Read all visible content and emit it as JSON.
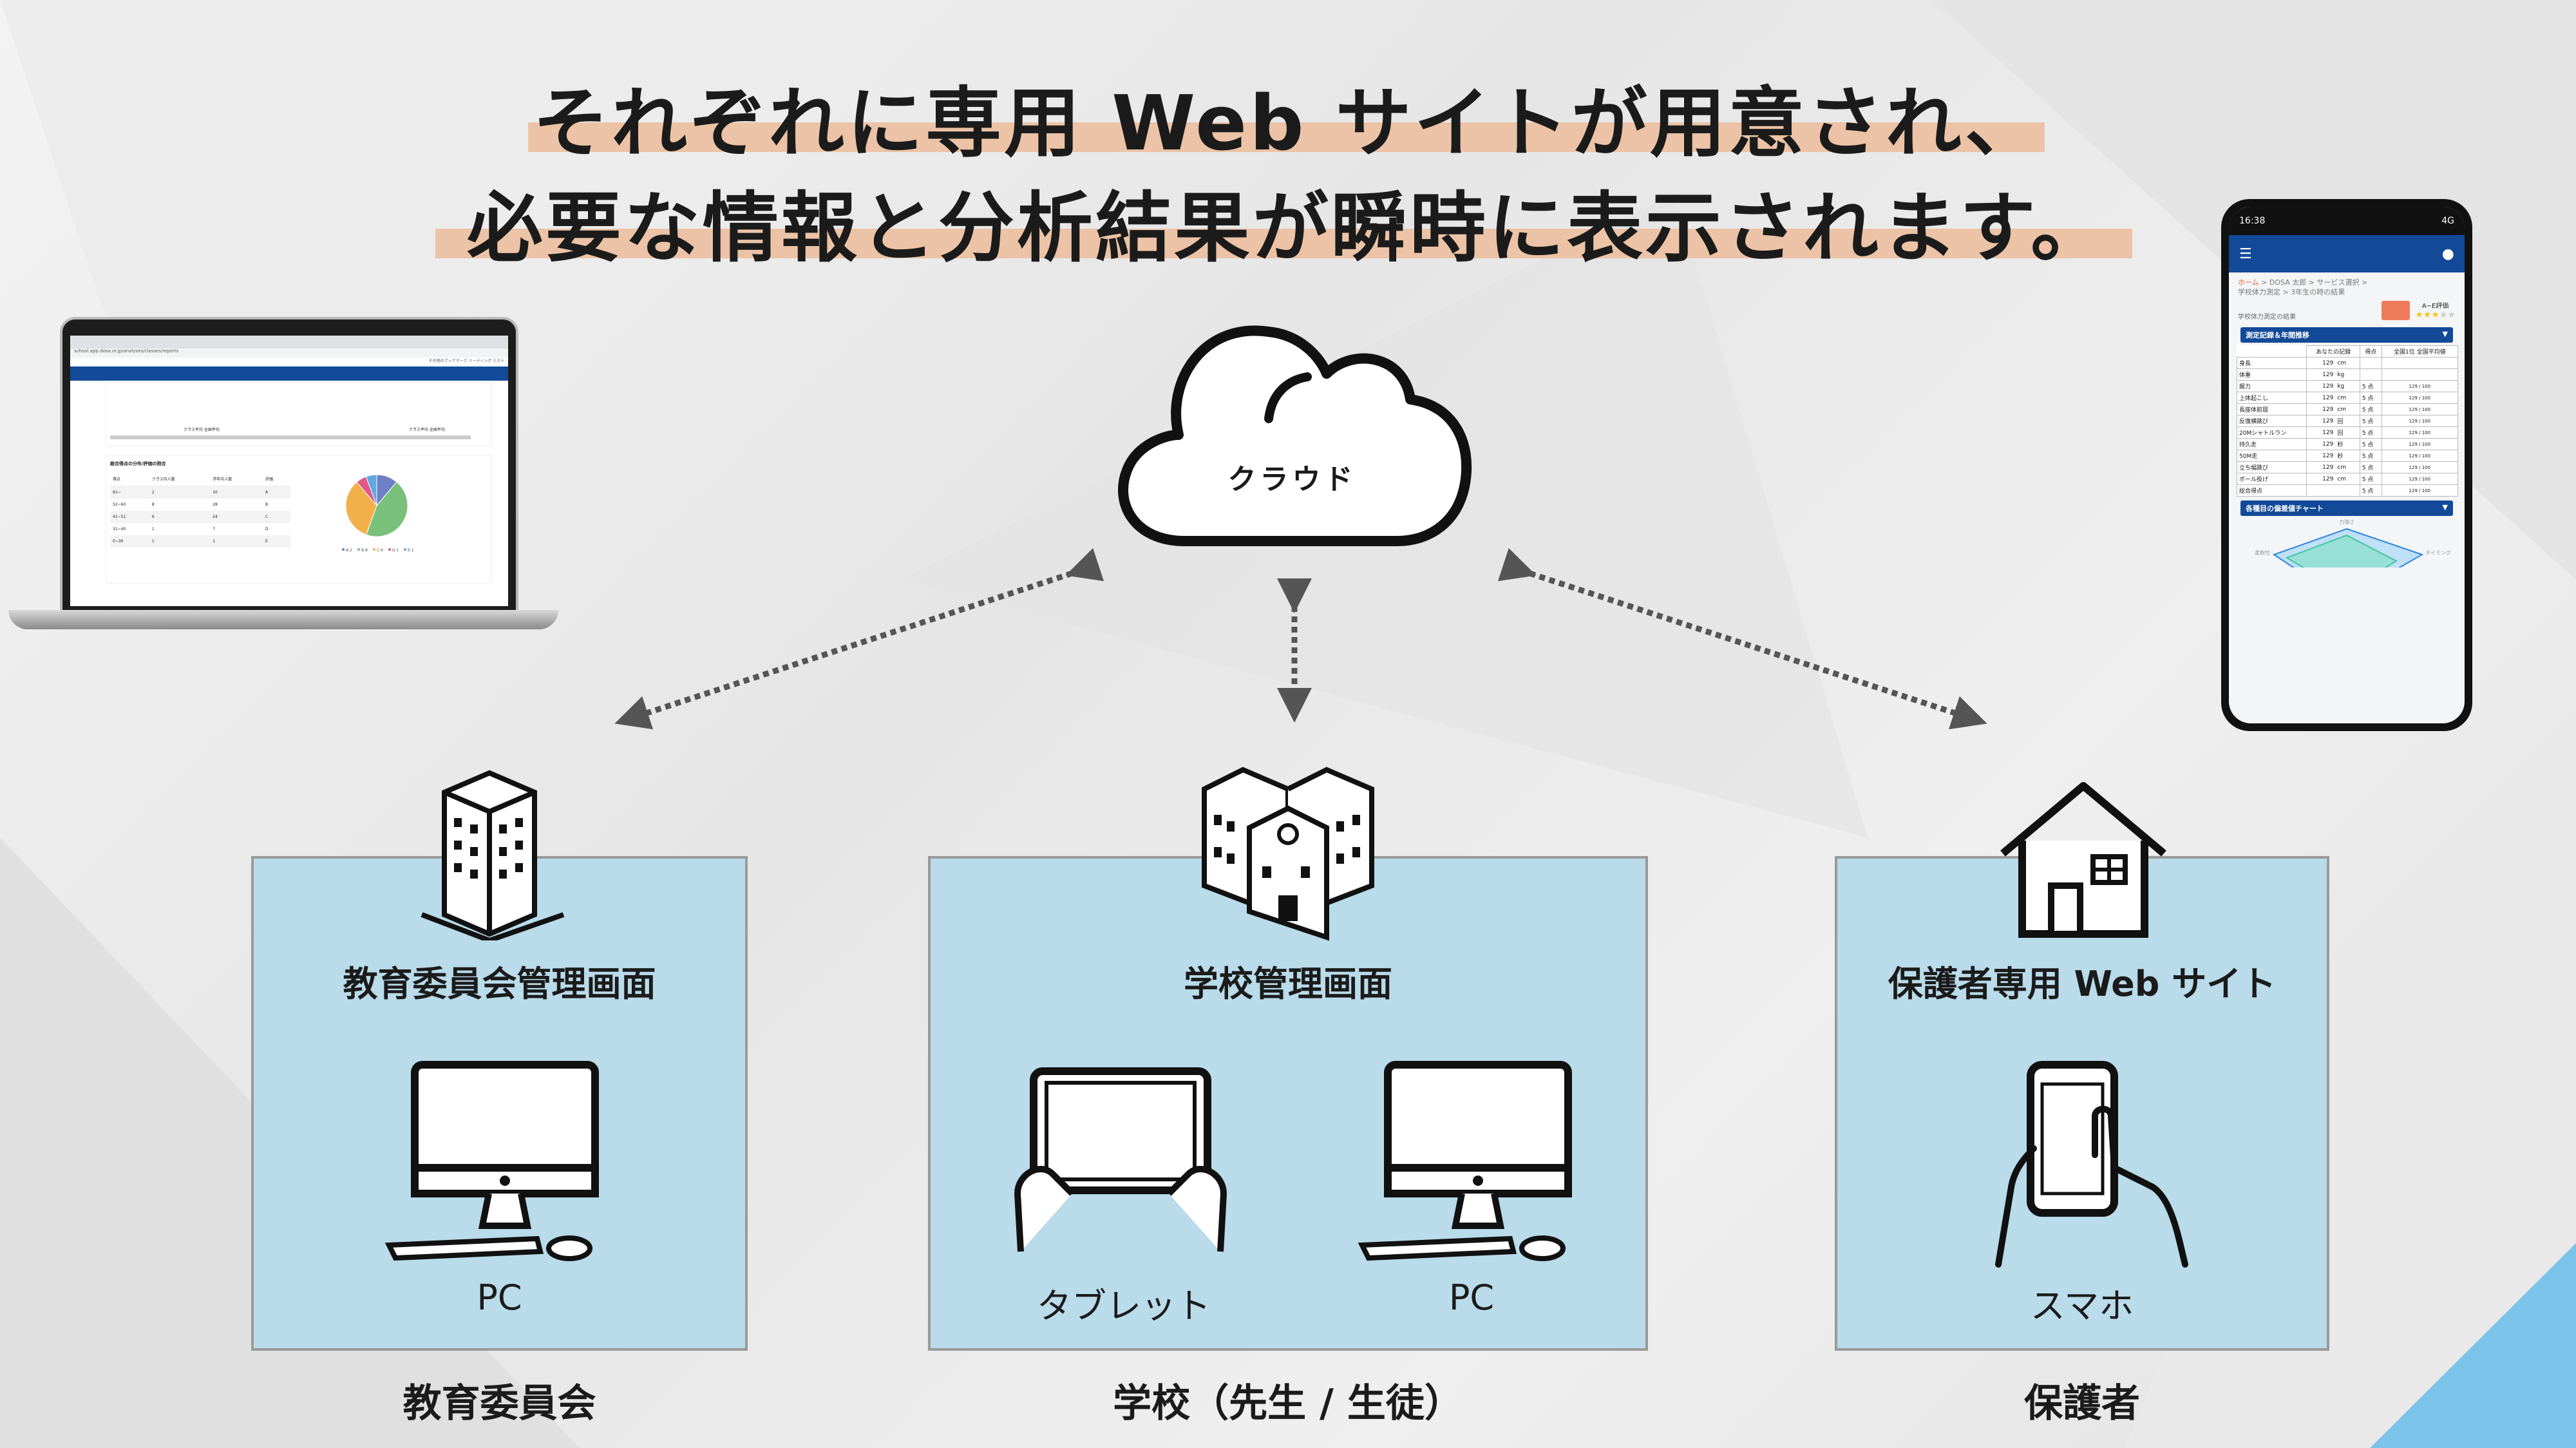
{
  "title": {
    "line1": "それぞれに専用 Web サイトが用意され、",
    "line2": "必要な情報と分析結果が瞬時に表示されます。"
  },
  "colors": {
    "highlight_band": "#ecc3a6",
    "box_fill": "#b9dbea",
    "brand_blue": "#124a98",
    "corner_accent": "#7cc3ea"
  },
  "cloud": {
    "label": "クラウド",
    "icon": "cloud-icon"
  },
  "groups": [
    {
      "title": "教育委員会管理画面",
      "icon": "office-building-icon",
      "devices": [
        {
          "label": "PC",
          "icon": "desktop-pc-icon"
        }
      ],
      "caption": "教育委員会"
    },
    {
      "title": "学校管理画面",
      "icon": "school-building-icon",
      "devices": [
        {
          "label": "タブレット",
          "icon": "tablet-icon"
        },
        {
          "label": "PC",
          "icon": "desktop-pc-icon"
        }
      ],
      "caption": "学校（先生 / 生徒）"
    },
    {
      "title": "保護者専用 Web サイト",
      "icon": "house-icon",
      "devices": [
        {
          "label": "スマホ",
          "icon": "smartphone-icon"
        }
      ],
      "caption": "保護者"
    }
  ],
  "laptop": {
    "url": "school.app.dosa.or.jp/analyses/classes/reports",
    "bookmarks": [
      "その他のブックマーク",
      "リーディング リスト"
    ],
    "legend_top": [
      "クラス平均",
      "全国平均"
    ],
    "section_title": "総合得点の分布/評価の割合",
    "table_headers": [
      "得点",
      "クラス内人数",
      "学年内人数",
      "評価"
    ],
    "table_rows": [
      [
        "61~",
        "2",
        "10",
        "A"
      ],
      [
        "52~60",
        "8",
        "28",
        "B"
      ],
      [
        "41~51",
        "6",
        "24",
        "C"
      ],
      [
        "31~40",
        "1",
        "7",
        "D"
      ],
      [
        "0~30",
        "1",
        "1",
        "E"
      ]
    ],
    "pie": [
      {
        "label": "A:2",
        "percent": 11.1,
        "color": "#6f7fc4"
      },
      {
        "label": "B:8",
        "percent": 44.4,
        "color": "#79c07a"
      },
      {
        "label": "C:6",
        "percent": 33.3,
        "color": "#f3b04a"
      },
      {
        "label": "D:1",
        "percent": 5.6,
        "color": "#e0588a"
      },
      {
        "label": "E:1",
        "percent": 5.6,
        "color": "#5fa9e0"
      }
    ]
  },
  "phone": {
    "time": "16:38",
    "signal": "4G",
    "breadcrumb": [
      "ホーム",
      "DOSA 太郎",
      "サービス選択",
      "学校体力測定",
      "3年生の時の結果"
    ],
    "result_label": "学校体力測定の結果",
    "rating_label": "A~E評価",
    "rating_stars": 3,
    "rating_max": 5,
    "section1": "測定記録＆年間推移",
    "headers": [
      "あなたの記録",
      "得点",
      "全国1位 全国平均値"
    ],
    "rows": [
      [
        "身長",
        "129",
        "cm",
        "",
        ""
      ],
      [
        "体重",
        "129",
        "kg",
        "",
        ""
      ],
      [
        "握力",
        "129",
        "kg",
        "5 点",
        "129 / 100"
      ],
      [
        "上体起こし",
        "129",
        "cm",
        "5 点",
        "129 / 100"
      ],
      [
        "長座体前屈",
        "129",
        "cm",
        "5 点",
        "129 / 100"
      ],
      [
        "反復横跳び",
        "129",
        "回",
        "5 点",
        "129 / 100"
      ],
      [
        "20Mシャトルラン",
        "129",
        "回",
        "5 点",
        "129 / 100"
      ],
      [
        "持久走",
        "129",
        "秒",
        "5 点",
        "129 / 100"
      ],
      [
        "50M走",
        "129",
        "秒",
        "5 点",
        "129 / 100"
      ],
      [
        "立ち幅跳び",
        "129",
        "cm",
        "5 点",
        "129 / 100"
      ],
      [
        "ボール投げ",
        "129",
        "cm",
        "5 点",
        "129 / 100"
      ],
      [
        "総合得点",
        "",
        "",
        "5 点",
        "129 / 100"
      ]
    ],
    "section2": "各種目の偏差値チャート",
    "chart_labels": [
      "力強さ",
      "柔軟性",
      "タイミング"
    ]
  }
}
